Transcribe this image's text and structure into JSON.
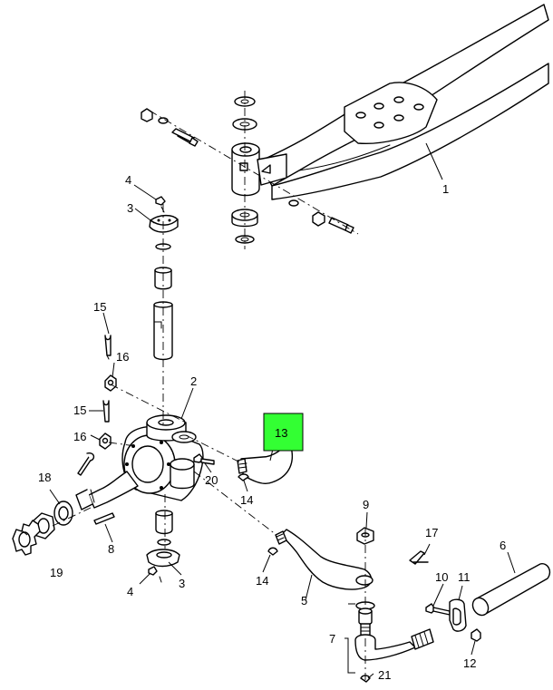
{
  "diagram": {
    "highlight_color": "#33ff33",
    "callouts": [
      {
        "id": "c1",
        "text": "1"
      },
      {
        "id": "c2",
        "text": "2"
      },
      {
        "id": "c3a",
        "text": "3"
      },
      {
        "id": "c3b",
        "text": "3"
      },
      {
        "id": "c4a",
        "text": "4"
      },
      {
        "id": "c4b",
        "text": "4"
      },
      {
        "id": "c5",
        "text": "5"
      },
      {
        "id": "c6",
        "text": "6"
      },
      {
        "id": "c7",
        "text": "7"
      },
      {
        "id": "c8",
        "text": "8"
      },
      {
        "id": "c9",
        "text": "9"
      },
      {
        "id": "c10",
        "text": "10"
      },
      {
        "id": "c11",
        "text": "11"
      },
      {
        "id": "c12",
        "text": "12"
      },
      {
        "id": "c13",
        "text": "13"
      },
      {
        "id": "c14a",
        "text": "14"
      },
      {
        "id": "c14b",
        "text": "14"
      },
      {
        "id": "c15a",
        "text": "15"
      },
      {
        "id": "c15b",
        "text": "15"
      },
      {
        "id": "c16a",
        "text": "16"
      },
      {
        "id": "c16b",
        "text": "16"
      },
      {
        "id": "c17",
        "text": "17"
      },
      {
        "id": "c18",
        "text": "18"
      },
      {
        "id": "c19",
        "text": "19"
      },
      {
        "id": "c20",
        "text": "20"
      },
      {
        "id": "c21",
        "text": "21"
      }
    ]
  }
}
